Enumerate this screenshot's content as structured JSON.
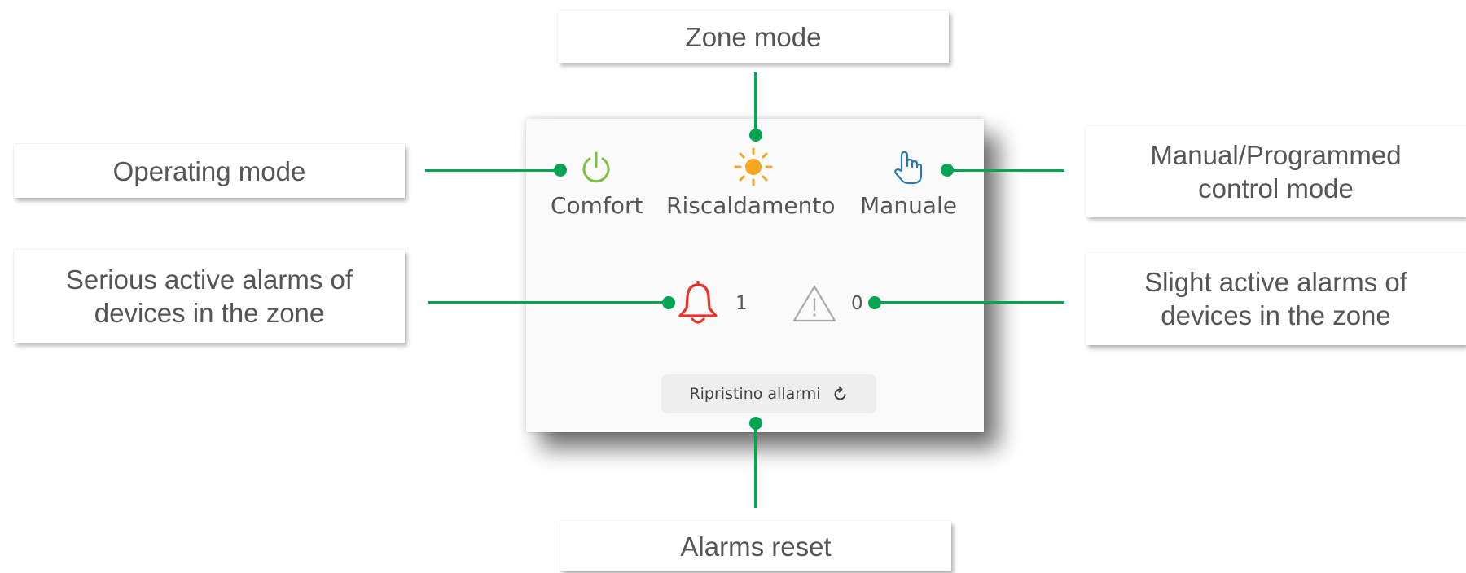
{
  "callouts": {
    "zone_mode": "Zone mode",
    "operating_mode": "Operating mode",
    "control_mode_line1": "Manual/Programmed",
    "control_mode_line2": "control mode",
    "serious_alarms_line1": "Serious active alarms of",
    "serious_alarms_line2": "devices in the zone",
    "slight_alarms_line1": "Slight active alarms of",
    "slight_alarms_line2": "devices in the zone",
    "alarms_reset": "Alarms reset"
  },
  "panel": {
    "operating_mode": {
      "label": "Comfort",
      "icon": "power-icon",
      "color": "#7ac143"
    },
    "zone_mode": {
      "label": "Riscaldamento",
      "icon": "sun-icon",
      "color": "#f5a623"
    },
    "control_mode": {
      "label": "Manuale",
      "icon": "hand-pointer-icon",
      "color": "#2a7ab0"
    },
    "serious_alarms": {
      "count": "1",
      "icon": "bell-icon",
      "color": "#e5332a"
    },
    "slight_alarms": {
      "count": "0",
      "icon": "warning-triangle-icon",
      "color": "#aaaaaa"
    },
    "reset_button": {
      "label": "Ripristino allarmi",
      "icon": "refresh-icon"
    }
  },
  "colors": {
    "accent": "#00a651"
  }
}
